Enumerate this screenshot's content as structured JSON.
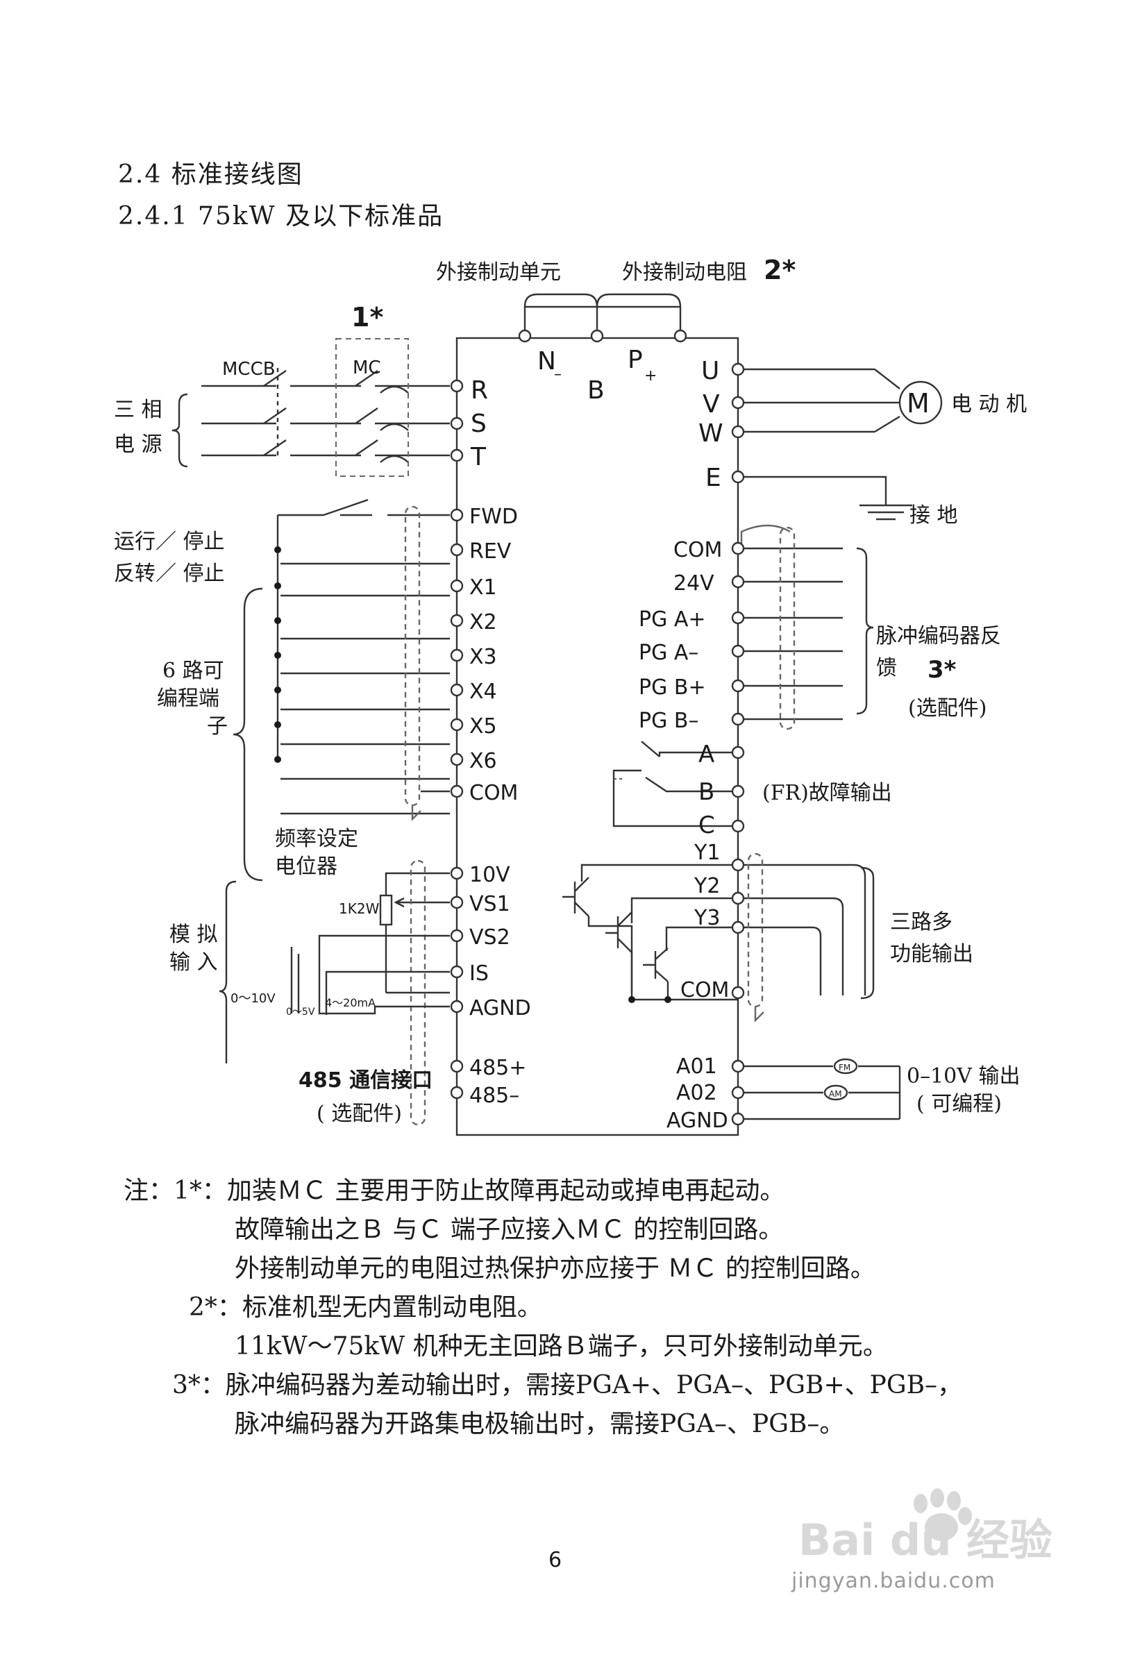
{
  "section": {
    "heading": "2.4  标准接线图",
    "subheading": "2.4.1    75kW 及以下标准品"
  },
  "top_labels": {
    "brake_unit": "外接制动单元",
    "brake_resistor": "外接制动电阻",
    "note2": "2*",
    "note1": "1*",
    "mccb": "MCCB",
    "mc": "MC"
  },
  "power": {
    "line1": "三 相",
    "line2": "电 源"
  },
  "dc_terminals": {
    "n": "N",
    "n_sub": "–",
    "b": "B",
    "p": "P",
    "p_sub": "+"
  },
  "main_in": {
    "r": "R",
    "s": "S",
    "t": "T"
  },
  "main_out": {
    "u": "U",
    "v": "V",
    "w": "W",
    "e": "E",
    "motor_symbol": "M",
    "motor_label": "电 动 机",
    "ground_label": "接 地"
  },
  "left_terminals": {
    "fwd": "FWD",
    "rev": "REV",
    "x1": "X1",
    "x2": "X2",
    "x3": "X3",
    "x4": "X4",
    "x5": "X5",
    "x6": "X6",
    "com": "COM"
  },
  "left_labels": {
    "run_stop": "运行／ 停止",
    "rev_stop": "反转／ 停止",
    "prog_1": "6 路可",
    "prog_2": "编程端",
    "prog_3": "子"
  },
  "analog": {
    "pot_1": "频率设定",
    "pot_2": "电位器",
    "resistor": "1K2W",
    "in_1": "模 拟",
    "in_2": "输 入",
    "range_10v": "0～10V",
    "range_5v": "0～5V",
    "range_ma": "4～20mA",
    "t10v": "10V",
    "vs1": "VS1",
    "vs2": "VS2",
    "is": "IS",
    "agnd": "AGND"
  },
  "comm": {
    "label": "485 通信接口",
    "optional": "( 选配件)",
    "plus": "485+",
    "minus": "485–"
  },
  "encoder": {
    "com": "COM",
    "v24": "24V",
    "pga_p": "PG A+",
    "pga_m": "PG A–",
    "pgb_p": "PG B+",
    "pgb_m": "PG B–",
    "label_1": "脉冲编码器反",
    "label_2": "馈",
    "note3": "3*",
    "optional": "(选配件)"
  },
  "relay": {
    "a": "A",
    "b": "B",
    "c": "C",
    "label": "(FR)故障输出"
  },
  "outputs": {
    "y1": "Y1",
    "y2": "Y2",
    "y3": "Y3",
    "com": "COM",
    "label_1": "三路多",
    "label_2": "功能输出"
  },
  "analog_out": {
    "a01": "A01",
    "a02": "A02",
    "agnd": "AGND",
    "fm": "FM",
    "am": "AM",
    "label_1": "0–10V 输出",
    "label_2": "( 可编程)"
  },
  "notes": [
    "注：1*：加装ＭＣ 主要用于防止故障再起动或掉电再起动。",
    "故障输出之Ｂ 与Ｃ 端子应接入ＭＣ 的控制回路。",
    "外接制动单元的电阻过热保护亦应接于 ＭＣ 的控制回路。",
    "2*：标准机型无内置制动电阻。",
    "11kW～75kW 机种无主回路Ｂ端子，只可外接制动单元。",
    "3*：脉冲编码器为差动输出时，需接PGA+、PGA–、PGB+、PGB–，",
    "脉冲编码器为开路集电极输出时，需接PGA–、PGB–。"
  ],
  "page_number": "6",
  "watermark": {
    "brand": "Bai du 经验",
    "url": "jingyan.baidu.com"
  },
  "colors": {
    "ink": "#1a1a1a",
    "line": "#333333",
    "dash": "#666666",
    "watermark": "#9a9a9a"
  }
}
